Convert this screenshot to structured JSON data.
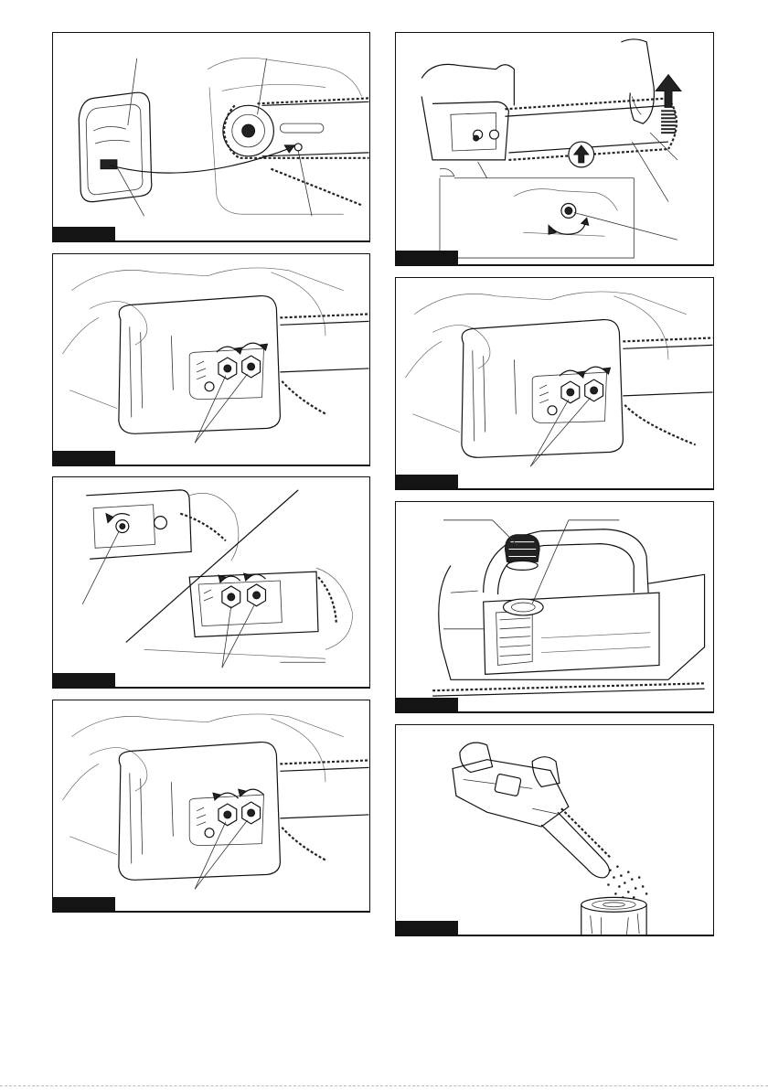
{
  "page": {
    "figures": [
      {
        "id": "fig-1",
        "subject": "sprocket-cover-alignment",
        "callouts": 4
      },
      {
        "id": "fig-2",
        "subject": "nuts-tighten",
        "callouts": 1
      },
      {
        "id": "fig-3",
        "subject": "chain-tension-screw-loosen",
        "callouts": 2
      },
      {
        "id": "fig-4",
        "subject": "nuts-loosen",
        "callouts": 1
      },
      {
        "id": "fig-5",
        "subject": "chain-tension-check",
        "callouts": 3
      },
      {
        "id": "fig-6",
        "subject": "nuts-tighten-final",
        "callouts": 1
      },
      {
        "id": "fig-7",
        "subject": "oil-tank-cap",
        "callouts": 2
      },
      {
        "id": "fig-8",
        "subject": "oil-discharge-check",
        "callouts": 0
      }
    ]
  }
}
